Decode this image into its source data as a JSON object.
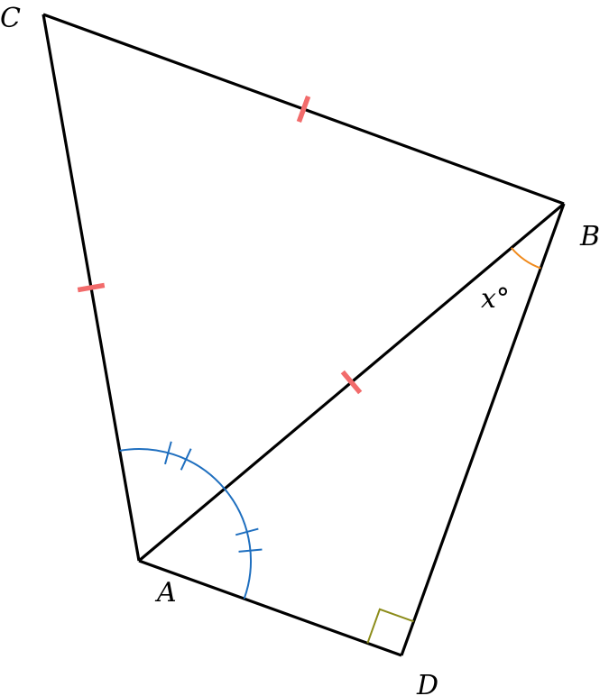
{
  "labels": {
    "A": "A",
    "B": "B",
    "C": "C",
    "D": "D",
    "angle_x": "x°"
  },
  "colors": {
    "edge": "#000000",
    "equal_tick": "#f26b6b",
    "equal_angle_arc": "#1f6fbf",
    "x_angle_arc": "#f08a1c",
    "right_angle": "#8c8c1a"
  }
}
